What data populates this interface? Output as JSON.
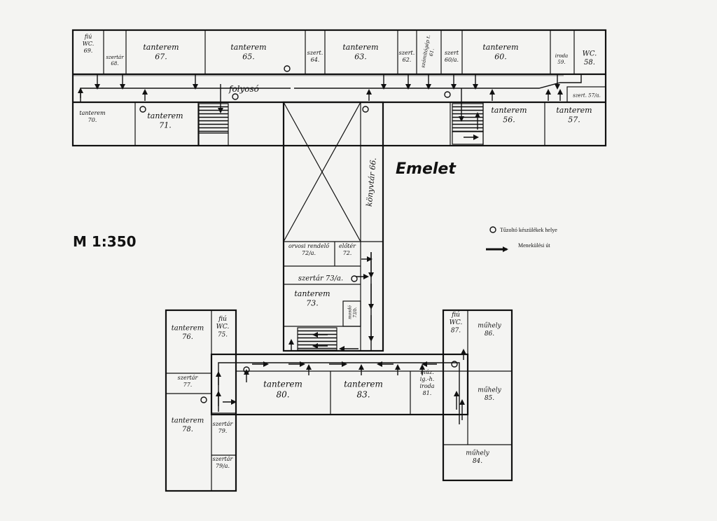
{
  "title": "Emelet",
  "scale": "M 1:350",
  "corridor_label": "folyosó",
  "legend": {
    "extinguisher": "Tűzoltó készülékek helye",
    "escape": "Menekülési út"
  },
  "rooms": {
    "r69": [
      "fiú",
      "WC.",
      "69."
    ],
    "r68": [
      "szertár",
      "68."
    ],
    "r67": [
      "tanterem",
      "67."
    ],
    "r65": [
      "tanterem",
      "65."
    ],
    "r64": [
      "szert.",
      "64."
    ],
    "r63": [
      "tanterem",
      "63."
    ],
    "r62": [
      "szert.",
      "62."
    ],
    "r61": [
      "számítógép t.",
      "61."
    ],
    "r60a": [
      "szert",
      "60/a."
    ],
    "r60": [
      "tanterem",
      "60."
    ],
    "r59": [
      "iroda",
      "59."
    ],
    "r58": [
      "WC.",
      "58."
    ],
    "r57a": [
      "szert. 57/a."
    ],
    "r70": [
      "tanterem",
      "70."
    ],
    "r71": [
      "tanterem",
      "71."
    ],
    "r56": [
      "tanterem",
      "56."
    ],
    "r57": [
      "tanterem",
      "57."
    ],
    "r66": [
      "könyvtár 66."
    ],
    "r72a": [
      "orvosi rendelő",
      "72/a."
    ],
    "r72": [
      "előtér",
      "72."
    ],
    "r73a": [
      "szertár 73/a."
    ],
    "r73": [
      "tanterem",
      "73."
    ],
    "r73b": [
      "mosdó",
      "73/b."
    ],
    "r76": [
      "tanterem",
      "76."
    ],
    "r75": [
      "fiú",
      "WC.",
      "75."
    ],
    "r77": [
      "szertár",
      "77."
    ],
    "r78": [
      "tanterem",
      "78."
    ],
    "r79": [
      "szertár",
      "79."
    ],
    "r79a": [
      "szertár",
      "79/a."
    ],
    "r80": [
      "tanterem",
      "80."
    ],
    "r83": [
      "tanterem",
      "83."
    ],
    "r81": [
      "múz.",
      "ig.-h.",
      "iroda",
      "81."
    ],
    "r87": [
      "fiú",
      "WC.",
      "87."
    ],
    "r86": [
      "műhely",
      "86."
    ],
    "r85": [
      "műhely",
      "85."
    ],
    "r84": [
      "műhely",
      "84."
    ]
  },
  "colors": {
    "ink": "#111111",
    "paper": "#f4f4f2"
  }
}
